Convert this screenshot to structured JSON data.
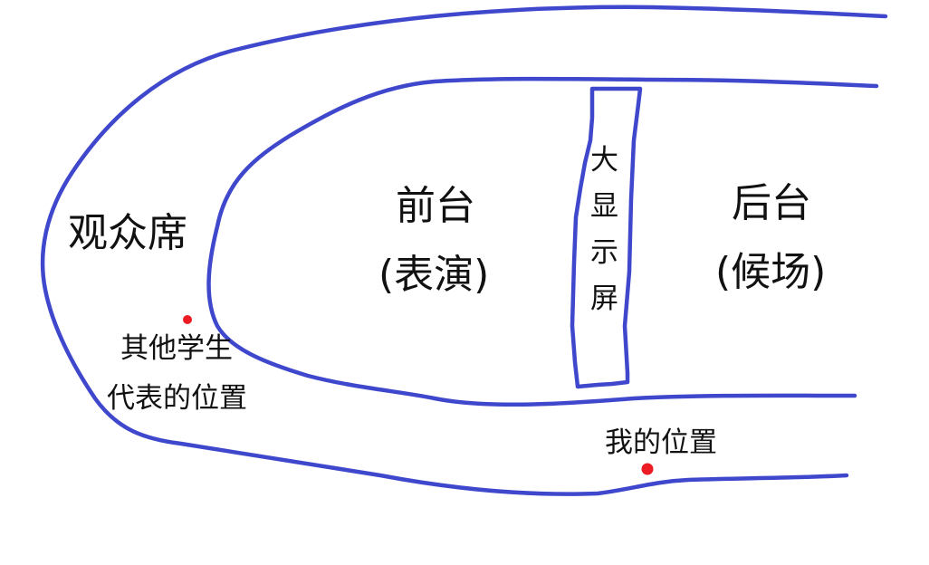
{
  "colors": {
    "line": "#3f48cc",
    "marker": "#ed1c24",
    "text": "#111111",
    "background": "#ffffff"
  },
  "regions": {
    "audience": {
      "label": "观众席"
    },
    "front_stage": {
      "title": "前台",
      "subtitle": "(表演)"
    },
    "screen": {
      "label": "大显示屏",
      "chars": [
        "大",
        "显",
        "示",
        "屏"
      ]
    },
    "back_stage": {
      "title": "后台",
      "subtitle": "(候场)"
    }
  },
  "markers": {
    "other_students": {
      "line1": "其他学生",
      "line2": "代表的位置"
    },
    "me": {
      "label": "我的位置"
    }
  }
}
